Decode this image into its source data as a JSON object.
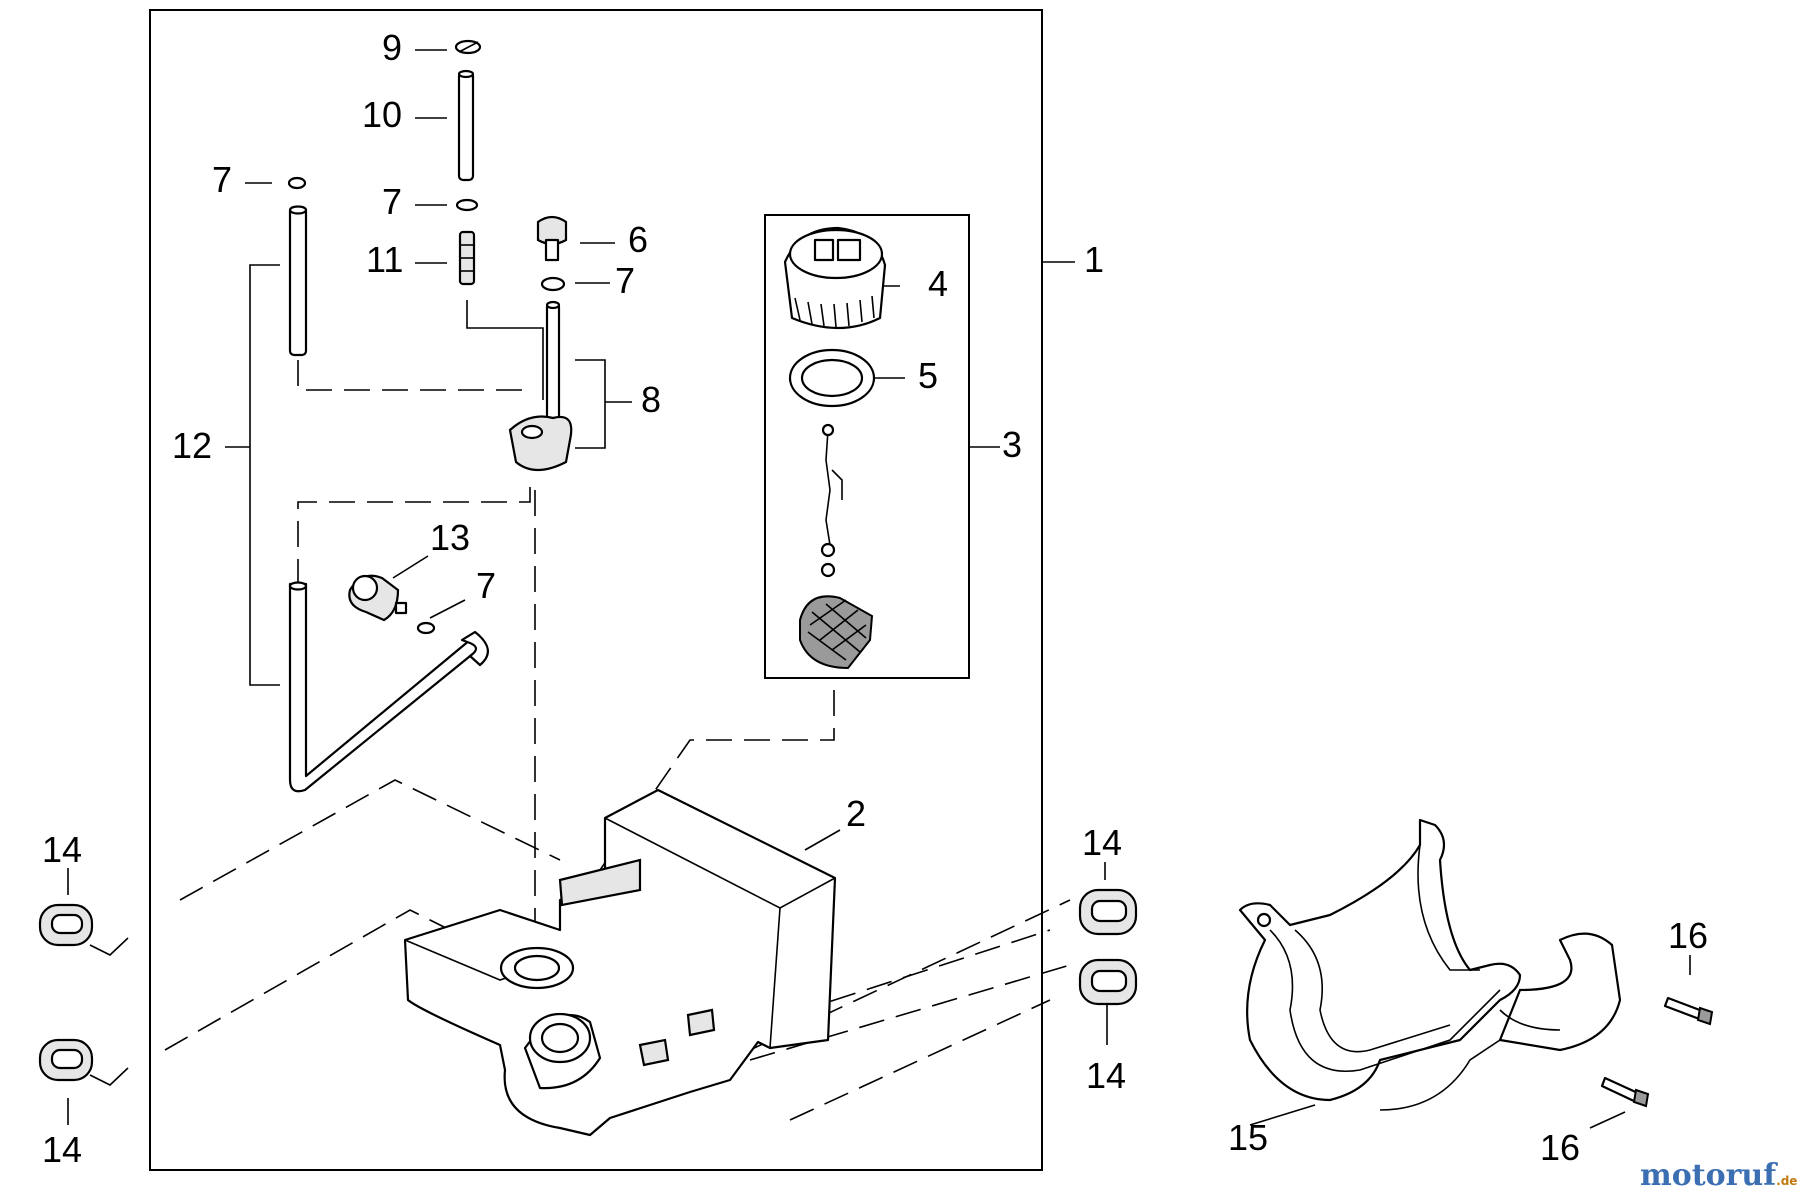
{
  "labels": {
    "l1": "1",
    "l2": "2",
    "l3": "3",
    "l4": "4",
    "l5": "5",
    "l6": "6",
    "l7a": "7",
    "l7b": "7",
    "l7c": "7",
    "l7d": "7",
    "l8": "8",
    "l9": "9",
    "l10": "10",
    "l11": "11",
    "l12": "12",
    "l13": "13",
    "l14a": "14",
    "l14b": "14",
    "l14c": "14",
    "l14d": "14",
    "l15": "15",
    "l16a": "16",
    "l16b": "16"
  },
  "watermark": {
    "brand": "motoruf",
    "suffix": ".de"
  },
  "colors": {
    "line": "#000000",
    "brand": "#3c6fb2"
  }
}
